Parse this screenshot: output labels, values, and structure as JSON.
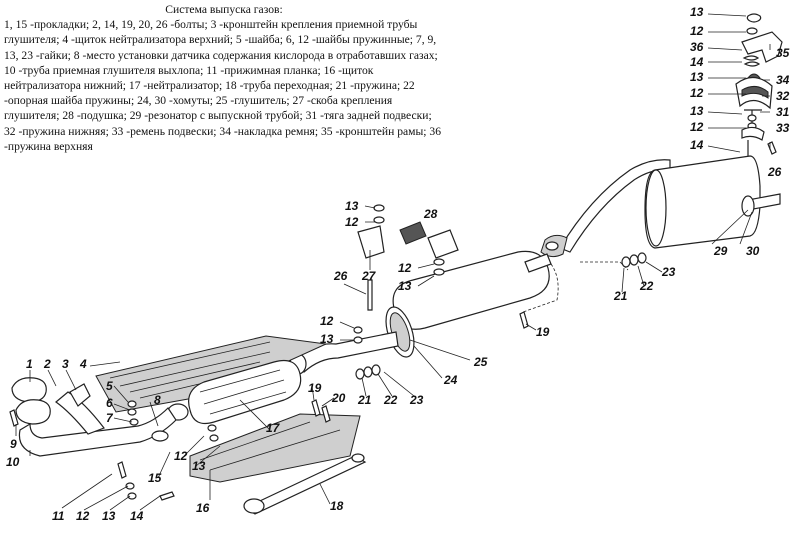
{
  "legend": {
    "title": "Система выпуска газов:",
    "body": "1, 15 -прокладки; 2, 14, 19, 20, 26 -болты; 3 -кронштейн крепления приемной трубы глушителя; 4 -щиток нейтрализатора верхний; 5 -шайба; 6, 12 -шайбы пружинные; 7, 9, 13, 23 -гайки; 8 -место установки датчика содержания кислорода в отработавших газах; 10 -труба приемная глушителя выхлопа; 11 -прижимная планка; 16 -щиток нейтрализатора нижний; 17 -нейтрализатор; 18 -труба переходная; 21 -пружина; 22 -опорная шайба пружины; 24, 30 -хомуты; 25 -глушитель; 27 -скоба крепления глушителя; 28 -подушка; 29 -резонатор с выпускной трубой; 31 -тяга задней подвески; 32 -пружина нижняя; 33 -ремень подвески; 34 -накладка ремня; 35 -кронштейн рамы; 36 -пружина верхняя"
  },
  "callouts": [
    {
      "id": "c13a",
      "text": "13"
    },
    {
      "id": "c12a",
      "text": "12"
    },
    {
      "id": "c36",
      "text": "36"
    },
    {
      "id": "c35",
      "text": "35"
    },
    {
      "id": "c14a",
      "text": "14"
    },
    {
      "id": "c13b",
      "text": "13"
    },
    {
      "id": "c34",
      "text": "34"
    },
    {
      "id": "c12b",
      "text": "12"
    },
    {
      "id": "c32",
      "text": "32"
    },
    {
      "id": "c13c",
      "text": "13"
    },
    {
      "id": "c31",
      "text": "31"
    },
    {
      "id": "c12c",
      "text": "12"
    },
    {
      "id": "c33",
      "text": "33"
    },
    {
      "id": "c14b",
      "text": "14"
    },
    {
      "id": "c26a",
      "text": "26"
    },
    {
      "id": "c29",
      "text": "29"
    },
    {
      "id": "c30",
      "text": "30"
    },
    {
      "id": "c23a",
      "text": "23"
    },
    {
      "id": "c22a",
      "text": "22"
    },
    {
      "id": "c21a",
      "text": "21"
    },
    {
      "id": "c13d",
      "text": "13"
    },
    {
      "id": "c12d",
      "text": "12"
    },
    {
      "id": "c28",
      "text": "28"
    },
    {
      "id": "c27",
      "text": "27"
    },
    {
      "id": "c12e",
      "text": "12"
    },
    {
      "id": "c13e",
      "text": "13"
    },
    {
      "id": "c26b",
      "text": "26"
    },
    {
      "id": "c19a",
      "text": "19"
    },
    {
      "id": "c12f",
      "text": "12"
    },
    {
      "id": "c13f",
      "text": "13"
    },
    {
      "id": "c25",
      "text": "25"
    },
    {
      "id": "c24",
      "text": "24"
    },
    {
      "id": "c21b",
      "text": "21"
    },
    {
      "id": "c22b",
      "text": "22"
    },
    {
      "id": "c23b",
      "text": "23"
    },
    {
      "id": "c1",
      "text": "1"
    },
    {
      "id": "c2",
      "text": "2"
    },
    {
      "id": "c3",
      "text": "3"
    },
    {
      "id": "c4",
      "text": "4"
    },
    {
      "id": "c5",
      "text": "5"
    },
    {
      "id": "c6",
      "text": "6"
    },
    {
      "id": "c7",
      "text": "7"
    },
    {
      "id": "c8",
      "text": "8"
    },
    {
      "id": "c9",
      "text": "9"
    },
    {
      "id": "c10",
      "text": "10"
    },
    {
      "id": "c19b",
      "text": "19"
    },
    {
      "id": "c20",
      "text": "20"
    },
    {
      "id": "c17",
      "text": "17"
    },
    {
      "id": "c12g",
      "text": "12"
    },
    {
      "id": "c13g",
      "text": "13"
    },
    {
      "id": "c15",
      "text": "15"
    },
    {
      "id": "c16",
      "text": "16"
    },
    {
      "id": "c11",
      "text": "11"
    },
    {
      "id": "c12h",
      "text": "12"
    },
    {
      "id": "c13h",
      "text": "13"
    },
    {
      "id": "c14c",
      "text": "14"
    },
    {
      "id": "c18",
      "text": "18"
    }
  ]
}
